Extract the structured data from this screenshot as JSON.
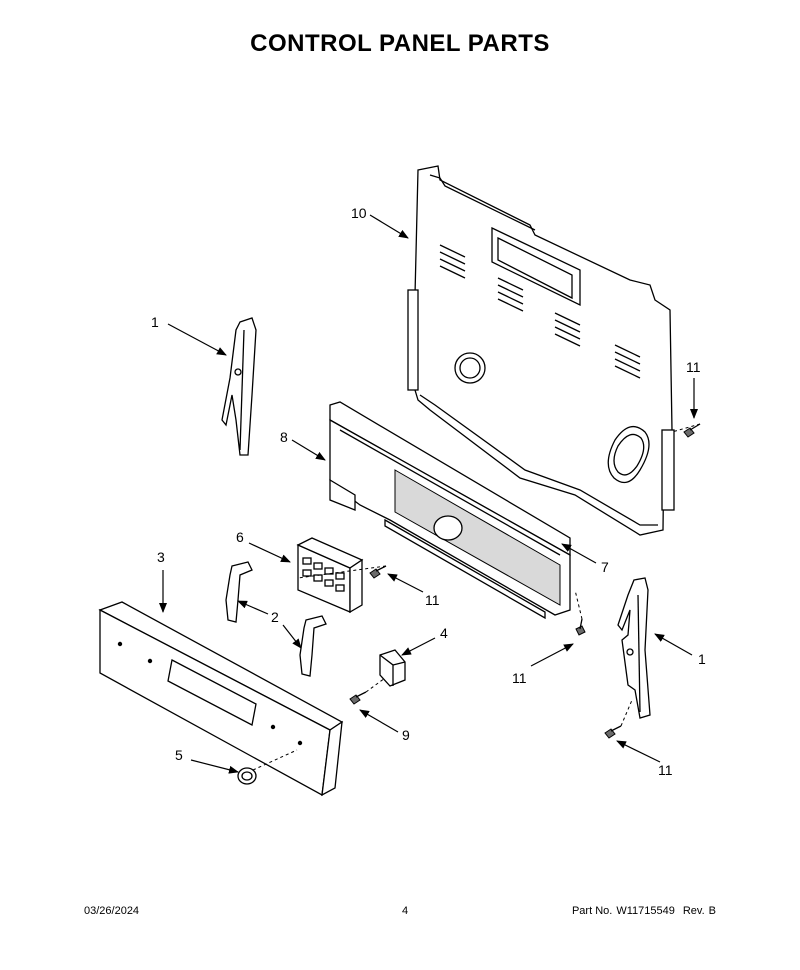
{
  "title": "CONTROL PANEL PARTS",
  "callouts": {
    "c1a": "1",
    "c1b": "1",
    "c2": "2",
    "c3": "3",
    "c4": "4",
    "c5": "5",
    "c6": "6",
    "c7": "7",
    "c8": "8",
    "c9": "9",
    "c10": "10",
    "c11a": "11",
    "c11b": "11",
    "c11c": "11",
    "c11d": "11"
  },
  "footer": {
    "date": "03/26/2024",
    "page": "4",
    "part_label": "Part No.",
    "part_number": "W11715549",
    "rev_label": "Rev.",
    "rev": "B"
  }
}
